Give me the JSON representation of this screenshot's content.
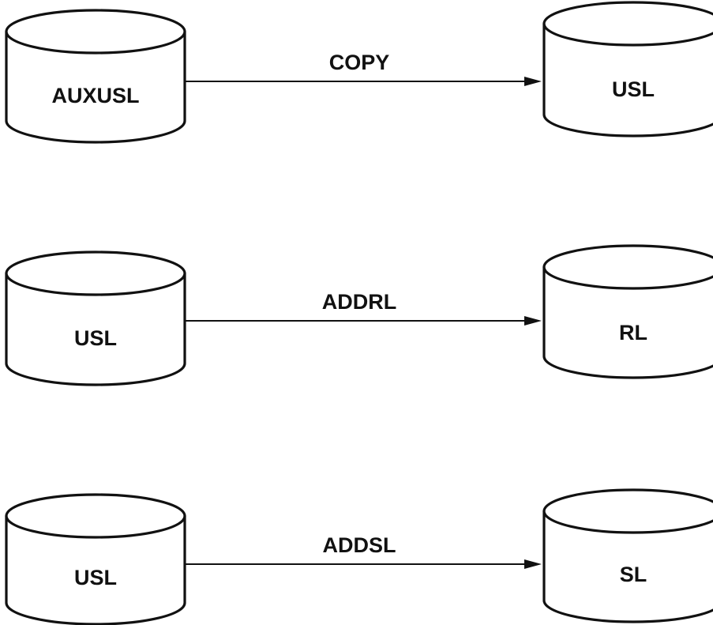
{
  "diagram": {
    "rows": [
      {
        "source": "AUXUSL",
        "operation": "COPY",
        "target": "USL"
      },
      {
        "source": "USL",
        "operation": "ADDRL",
        "target": "RL"
      },
      {
        "source": "USL",
        "operation": "ADDSL",
        "target": "SL"
      }
    ]
  },
  "colors": {
    "stroke": "#111111",
    "background": "#ffffff"
  }
}
